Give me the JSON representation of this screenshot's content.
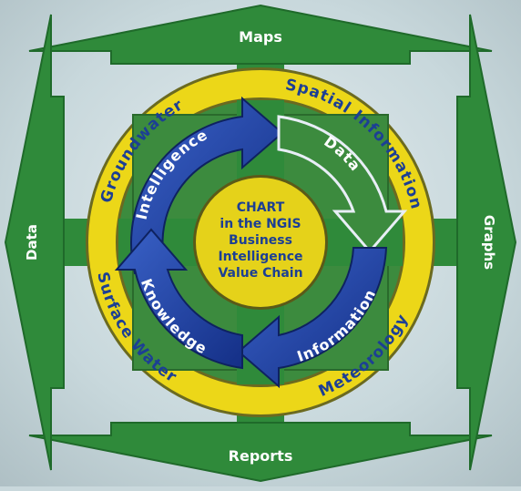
{
  "colors": {
    "background": "#c9d8dc",
    "arrow_green": "#2f8a3a",
    "arrow_green_dark": "#1f6a2a",
    "ring_yellow": "#ecd718",
    "ring_outline": "#6b6a20",
    "inner_green": "#3c8b3e",
    "blue_arrow": "#1b3a9c",
    "blue_arrow_light": "#3a62c8",
    "center_disc": "#e5d21a",
    "center_text": "#1c3f94",
    "white": "#ffffff"
  },
  "outer_arrows": {
    "top": "Maps",
    "bottom": "Reports",
    "left": "Data",
    "right": "Graphs"
  },
  "ring_labels": {
    "groundwater": "Groundwater",
    "spatial_information": "Spatial Information",
    "surface_water": "Surface Water",
    "meteorology": "Meteorology"
  },
  "cycle": {
    "intelligence": "Intelligence",
    "data": "Data",
    "information": "Information",
    "knowledge": "Knowledge"
  },
  "center_lines": [
    "CHART",
    "in the NGIS",
    "Business",
    "Intelligence",
    "Value Chain"
  ]
}
